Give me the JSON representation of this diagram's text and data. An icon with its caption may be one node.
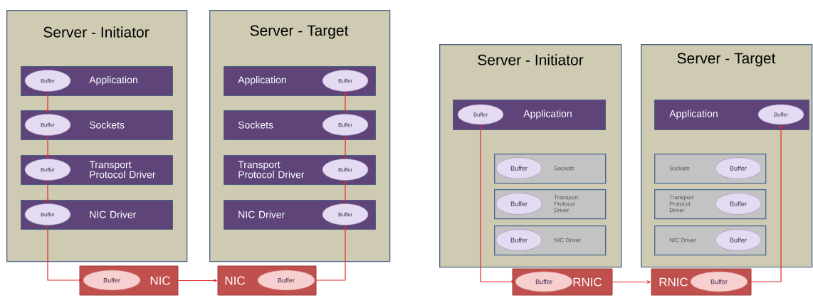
{
  "diagram": {
    "nodes": [
      {
        "text": [
          "Server - Initiator"
        ]
      },
      {
        "text": [
          "Application"
        ],
        "in": 0
      },
      {
        "text": [
          "Buffer"
        ],
        "in": 1
      },
      {
        "text": [
          "Sockets"
        ],
        "in": 0
      },
      {
        "text": [
          "Buffer"
        ],
        "in": 3
      },
      {
        "text": [
          "Transport Protocol Driver"
        ],
        "in": 0
      },
      {
        "text": [
          "Buffer"
        ],
        "in": 5
      },
      {
        "text": [
          "NIC Driver"
        ],
        "in": 0
      },
      {
        "text": [
          "Buffer"
        ],
        "in": 7
      },
      {
        "text": [
          "Server - Target"
        ]
      },
      {
        "text": [
          "Application"
        ],
        "in": 9
      },
      {
        "text": [
          "Buffer"
        ],
        "in": 10
      },
      {
        "text": [
          "Sockets"
        ],
        "in": 9
      },
      {
        "text": [
          "Buffer"
        ],
        "in": 12
      },
      {
        "text": [
          "Transport Protocol Driver"
        ],
        "in": 9
      },
      {
        "text": [
          "Buffer"
        ],
        "in": 14
      },
      {
        "text": [
          "NIC Driver"
        ],
        "in": 9
      },
      {
        "text": [
          "Buffer"
        ],
        "in": 16
      },
      {
        "text": [
          "NIC"
        ]
      },
      {
        "text": [
          "Buffer"
        ],
        "in": 18
      },
      {
        "text": [
          "NIC"
        ]
      },
      {
        "text": [
          "Buffer"
        ],
        "in": 20
      },
      {
        "text": [
          "Server - Initiator"
        ]
      },
      {
        "text": [
          "Application"
        ],
        "in": 22
      },
      {
        "text": [
          "Buffer"
        ],
        "in": 23
      },
      {
        "text": [
          "Sockets"
        ],
        "in": 22
      },
      {
        "text": [
          "Buffer"
        ],
        "in": 25
      },
      {
        "text": [
          "Transport Protocol Driver"
        ],
        "in": 22
      },
      {
        "text": [
          "Buffer"
        ],
        "in": 27
      },
      {
        "text": [
          "NIC Driver"
        ],
        "in": 22
      },
      {
        "text": [
          "Buffer"
        ],
        "in": 29
      },
      {
        "text": [
          "Server - Target"
        ]
      },
      {
        "text": [
          "Application"
        ],
        "in": 31
      },
      {
        "text": [
          "Buffer"
        ],
        "in": 32
      },
      {
        "text": [
          "Sockets"
        ],
        "in": 31
      },
      {
        "text": [
          "Buffer"
        ],
        "in": 34
      },
      {
        "text": [
          "Transport Protocol Driver"
        ],
        "in": 31
      },
      {
        "text": [
          "Buffer"
        ],
        "in": 36
      },
      {
        "text": [
          "NIC Driver"
        ],
        "in": 31
      },
      {
        "text": [
          "Buffer"
        ],
        "in": 38
      },
      {
        "text": [
          "RNIC"
        ]
      },
      {
        "text": [
          "Buffer"
        ],
        "in": 40
      },
      {
        "text": [
          "RNIC"
        ]
      },
      {
        "text": [
          "Buffer"
        ],
        "in": 42
      }
    ],
    "edges": [
      {
        "from": 2,
        "to": 4,
        "arrow": "to"
      },
      {
        "from": 4,
        "to": 6,
        "arrow": "to"
      },
      {
        "from": 6,
        "to": 8,
        "arrow": "to"
      },
      {
        "from": 8,
        "to": 19,
        "arrow": "to"
      },
      {
        "from": 18,
        "to": 20,
        "arrow": "to"
      },
      {
        "from": 21,
        "to": 17,
        "arrow": "to"
      },
      {
        "from": 17,
        "to": 15,
        "arrow": "to"
      },
      {
        "from": 15,
        "to": 13,
        "arrow": "to"
      },
      {
        "from": 13,
        "to": 11,
        "arrow": "to"
      },
      {
        "from": 24,
        "to": 41,
        "arrow": "to"
      },
      {
        "from": 40,
        "to": 42,
        "arrow": "to"
      },
      {
        "from": 43,
        "to": 33,
        "arrow": "to"
      }
    ]
  }
}
